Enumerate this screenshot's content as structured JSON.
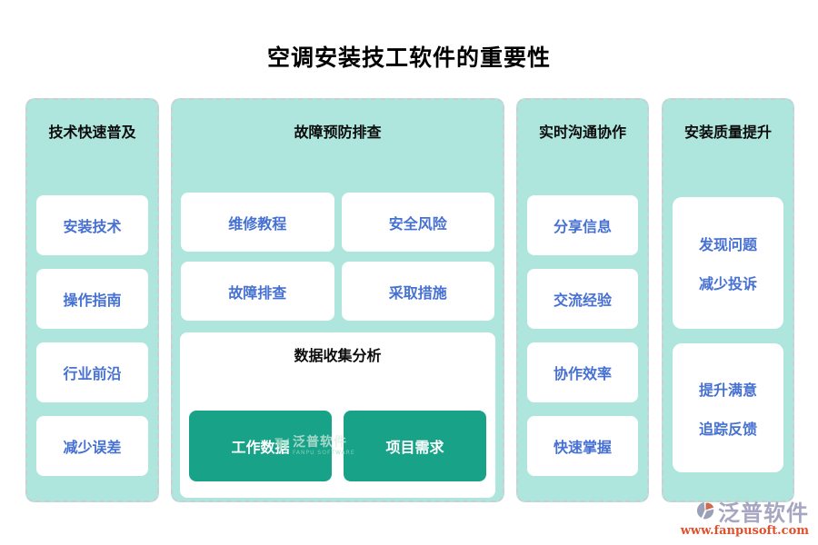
{
  "title": "空调安装技工软件的重要性",
  "columns": [
    {
      "header": "技术快速普及",
      "items": [
        "安装技术",
        "操作指南",
        "行业前沿",
        "减少误差"
      ]
    },
    {
      "header": "故障预防排查",
      "items": [
        "维修教程",
        "安全风险",
        "故障排查",
        "采取措施"
      ],
      "subpanel": {
        "header": "数据收集分析",
        "buttons": [
          "工作数据",
          "项目需求"
        ]
      }
    },
    {
      "header": "实时沟通协作",
      "items": [
        "分享信息",
        "交流经验",
        "协作效率",
        "快速掌握"
      ]
    },
    {
      "header": "安装质量提升",
      "cards": [
        {
          "lines": [
            "发现问题",
            "减少投诉"
          ]
        },
        {
          "lines": [
            "提升满意",
            "追踪反馈"
          ]
        }
      ]
    }
  ],
  "watermark": {
    "brand": "泛普软件",
    "brand_en": "FANPU SOFTWARE"
  },
  "footer": {
    "brand": "泛普软件",
    "url": "www.fanpusoft.com"
  },
  "colors": {
    "panel_bg": "#aee6de",
    "item_text": "#4671d2",
    "button_bg": "#18a389",
    "footer_url": "#e0512c"
  }
}
